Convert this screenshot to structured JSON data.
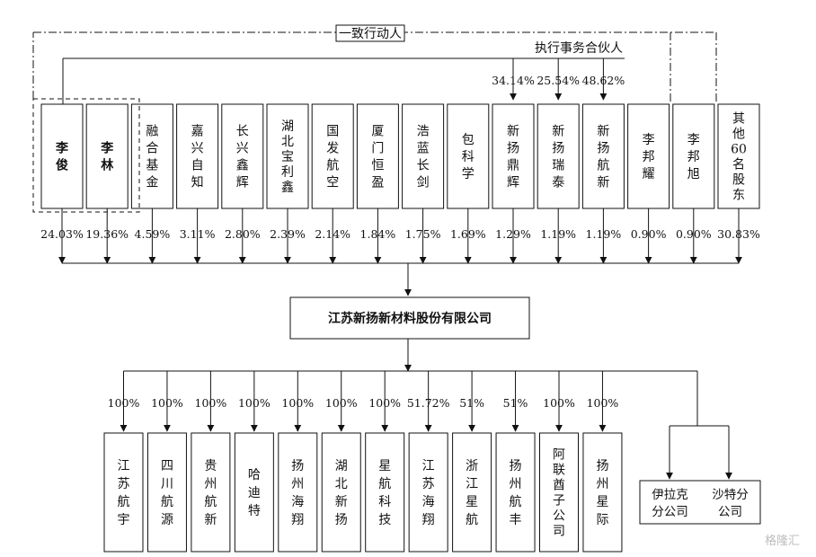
{
  "labels": {
    "concert_party": "一致行动人",
    "executive_partner": "执行事务合伙人",
    "company": "江苏新扬新材料股份有限公司"
  },
  "shareholders": [
    {
      "name": "李俊",
      "pct": "24.03%",
      "bold": true
    },
    {
      "name": "李林",
      "pct": "19.36%",
      "bold": true
    },
    {
      "name": "融合基金",
      "pct": "4.59%"
    },
    {
      "name": "嘉兴自知",
      "pct": "3.11%"
    },
    {
      "name": "长兴鑫辉",
      "pct": "2.80%"
    },
    {
      "name": "湖北宝利鑫",
      "pct": "2.39%"
    },
    {
      "name": "国发航空",
      "pct": "2.14%"
    },
    {
      "name": "厦门恒盈",
      "pct": "1.84%"
    },
    {
      "name": "浩蓝长剑",
      "pct": "1.75%"
    },
    {
      "name": "包科学",
      "pct": "1.69%"
    },
    {
      "name": "新扬鼎辉",
      "pct": "1.29%",
      "partner_pct": "34.14%"
    },
    {
      "name": "新扬瑞泰",
      "pct": "1.19%",
      "partner_pct": "25.54%"
    },
    {
      "name": "新扬航新",
      "pct": "1.19%",
      "partner_pct": "48.62%"
    },
    {
      "name": "李邦耀",
      "pct": "0.90%"
    },
    {
      "name": "李邦旭",
      "pct": "0.90%"
    },
    {
      "name": "其他60名股东",
      "pct": "30.83%"
    }
  ],
  "subsidiaries": [
    {
      "name": "江苏航宇",
      "pct": "100%"
    },
    {
      "name": "四川航源",
      "pct": "100%"
    },
    {
      "name": "贵州航新",
      "pct": "100%"
    },
    {
      "name": "哈迪特",
      "pct": "100%"
    },
    {
      "name": "扬州海翔",
      "pct": "100%"
    },
    {
      "name": "湖北新扬",
      "pct": "100%"
    },
    {
      "name": "星航科技",
      "pct": "100%"
    },
    {
      "name": "江苏海翔",
      "pct": "51.72%"
    },
    {
      "name": "浙江星航",
      "pct": "51%"
    },
    {
      "name": "扬州航丰",
      "pct": "51%"
    },
    {
      "name": "阿联酋子公司",
      "pct": "100%"
    },
    {
      "name": "扬州星际",
      "pct": "100%"
    }
  ],
  "branches": [
    {
      "name": "伊拉克分公司"
    },
    {
      "name": "沙特分公司"
    }
  ],
  "watermark": "格隆汇"
}
